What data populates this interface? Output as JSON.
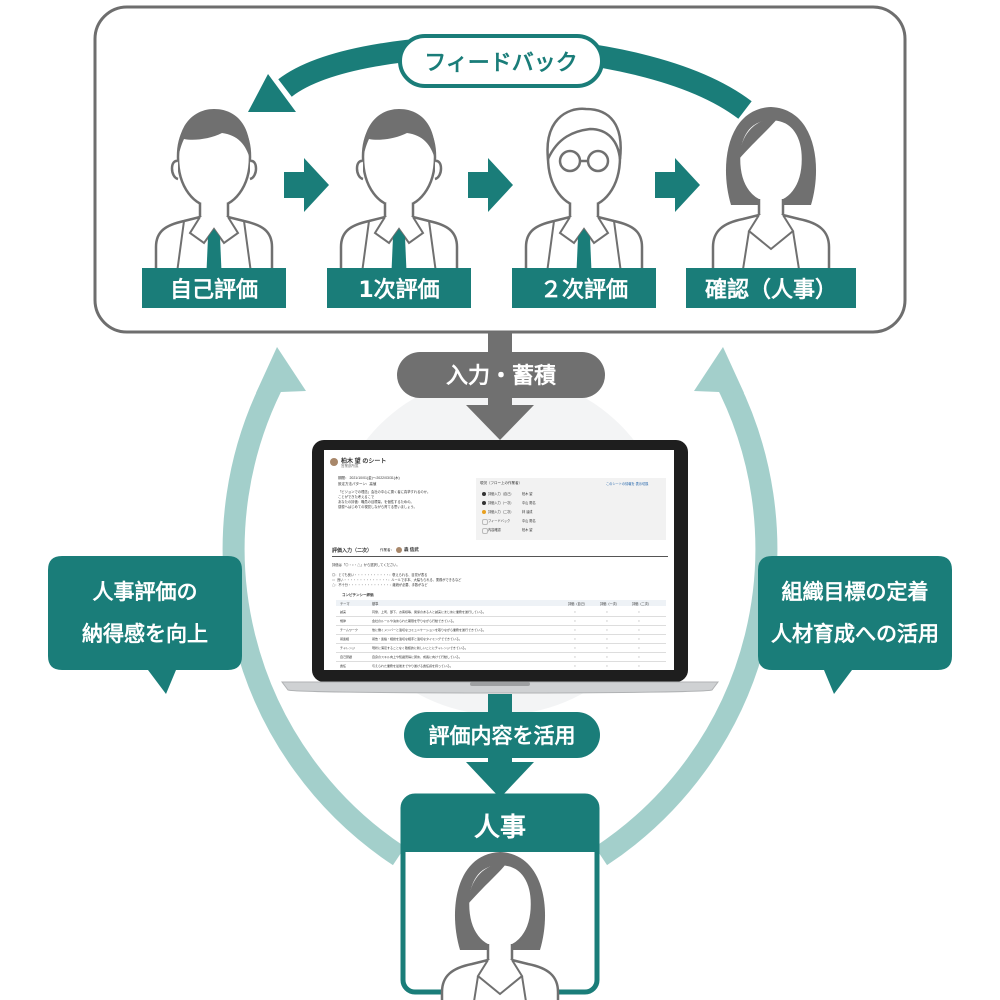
{
  "colors": {
    "teal": "#1a7d79",
    "teal_light": "#a3cfcb",
    "gray_dark": "#707070",
    "gray_frame": "#6e6e6e"
  },
  "feedback_label": "フィードバック",
  "steps": [
    {
      "label": "自己評価"
    },
    {
      "label": "1次評価"
    },
    {
      "label": "２次評価"
    },
    {
      "label": "確認（人事）"
    }
  ],
  "input_label": "入力・蓄積",
  "utilize_label": "評価内容を活用",
  "hr_box_title": "人事",
  "left_bubble": {
    "line1": "人事評価の",
    "line2": "納得感を向上"
  },
  "right_bubble": {
    "line1": "組織目標の定着",
    "line2": "人材育成への活用"
  },
  "screen": {
    "sheet_title": "柏木 望 のシート",
    "sheet_sub": "営業部所属",
    "period": "期間： 2021/10/01(金)〜2022/03/31(木)",
    "pattern": "設定方法パターン：高値",
    "memo_lines": [
      "「ビジョンでの理念」会社の中心に置く者に真摯すれるのか。",
      "ことができた考えるこで",
      "あなたの評価：職員の目標量。を個性するための。",
      "感想へはじめての視覚しながら育てる思いましょう。"
    ],
    "status_title": "現況（フロー上の作業者）",
    "status_link": "このシートの情報を 表示切換",
    "status_rows": [
      {
        "label": "評価入力（自己）",
        "person": "柏木 望"
      },
      {
        "label": "評価入力（一次）",
        "person": "中山 陽名"
      },
      {
        "label": "評価入力（二次）",
        "person": "林 達成"
      },
      {
        "label": "フィードバック",
        "person": "中山 陽名"
      },
      {
        "label": "内容確認",
        "person": "柏木 望"
      }
    ],
    "eval_title": "評価入力（二次）",
    "eval_actor": "作業者：",
    "eval_actor_name": "森 信武",
    "eval_hint": "評価は「◎・○・△」から選択してください。",
    "legend": [
      "◎：とても良い・・・・・・・・・・・：褒えられる、目覚が表る",
      "○：良い・・・・・・・・・・・・・・：ルールで手本、大幅もられる、業務ができるなど",
      "△：不十分・・・・・・・・・・・・・：継続が必要、手数がなど"
    ],
    "table_title": "コンピテンシー評価",
    "table_headers": [
      "テーマ",
      "基準",
      "評価（自己）",
      "評価（一次）",
      "評価（二次）"
    ],
    "table_rows": [
      {
        "theme": "誠実",
        "desc": "同僚、上司、部下、お客様等、関係のある人と誠実にまじめに業務を遂行している。",
        "marks": [
          "○",
          "○",
          "○"
        ]
      },
      {
        "theme": "規律",
        "desc": "会社のルールや決められた期限を守りながら行動できている。",
        "marks": [
          "○",
          "○",
          "○"
        ]
      },
      {
        "theme": "チームワーク",
        "desc": "他に働くメンバーと適切なコミュニケーションを取りながら業務を遂行できている。",
        "marks": [
          "○",
          "○",
          "○"
        ]
      },
      {
        "theme": "報連相",
        "desc": "報告・連絡・相談を適切な相手と適切なタイミングでできている。",
        "marks": [
          "○",
          "○",
          "○"
        ]
      },
      {
        "theme": "チャレンジ",
        "desc": "現状に満足することなく積極的に新しいことにチャレンジできている。",
        "marks": [
          "○",
          "○",
          "○"
        ]
      },
      {
        "theme": "自己研鑽",
        "desc": "自身のスキル向上や知識習得に努め、成長に向けて行動している。",
        "marks": [
          "○",
          "○",
          "○"
        ]
      },
      {
        "theme": "責任",
        "desc": "与えられた業務を最後までやり遂げる責任感を持っている。",
        "marks": [
          "○",
          "○",
          "○"
        ]
      }
    ]
  }
}
